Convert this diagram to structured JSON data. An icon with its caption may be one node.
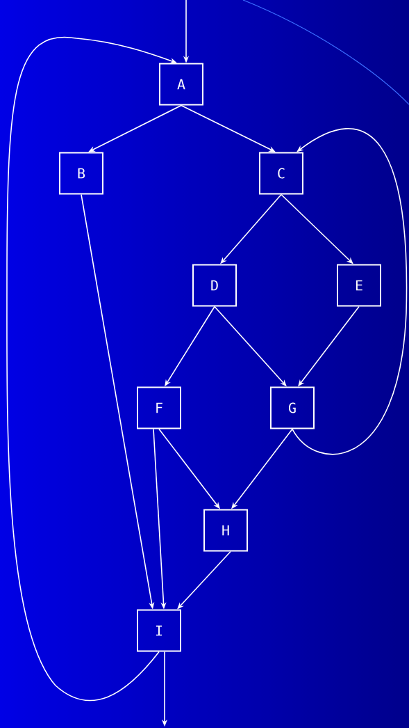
{
  "diagram": {
    "nodes": [
      {
        "text": [
          "A"
        ]
      },
      {
        "text": [
          "B"
        ]
      },
      {
        "text": [
          "C"
        ]
      },
      {
        "text": [
          "D"
        ]
      },
      {
        "text": [
          "E"
        ]
      },
      {
        "text": [
          "F"
        ]
      },
      {
        "text": [
          "G"
        ]
      },
      {
        "text": [
          "H"
        ]
      },
      {
        "text": [
          "I"
        ]
      }
    ],
    "edges": [
      {
        "from": null,
        "to": 0,
        "arrow": "to"
      },
      {
        "from": 0,
        "to": 1,
        "arrow": "to"
      },
      {
        "from": 0,
        "to": 2,
        "arrow": "to"
      },
      {
        "from": 1,
        "to": 8,
        "arrow": "to"
      },
      {
        "from": 2,
        "to": 3,
        "arrow": "to"
      },
      {
        "from": 2,
        "to": 4,
        "arrow": "to"
      },
      {
        "from": 3,
        "to": 5,
        "arrow": "to"
      },
      {
        "from": 3,
        "to": 6,
        "arrow": "to"
      },
      {
        "from": 4,
        "to": 6,
        "arrow": "to"
      },
      {
        "from": 5,
        "to": 7,
        "arrow": "to"
      },
      {
        "from": 5,
        "to": 8,
        "arrow": "to"
      },
      {
        "from": 6,
        "to": 7,
        "arrow": "to"
      },
      {
        "from": 7,
        "to": 8,
        "arrow": "to"
      },
      {
        "from": 8,
        "to": null,
        "arrow": "to"
      },
      {
        "from": 6,
        "to": 2,
        "arrow": "to"
      },
      {
        "from": 8,
        "to": 0,
        "arrow": "to"
      }
    ]
  }
}
